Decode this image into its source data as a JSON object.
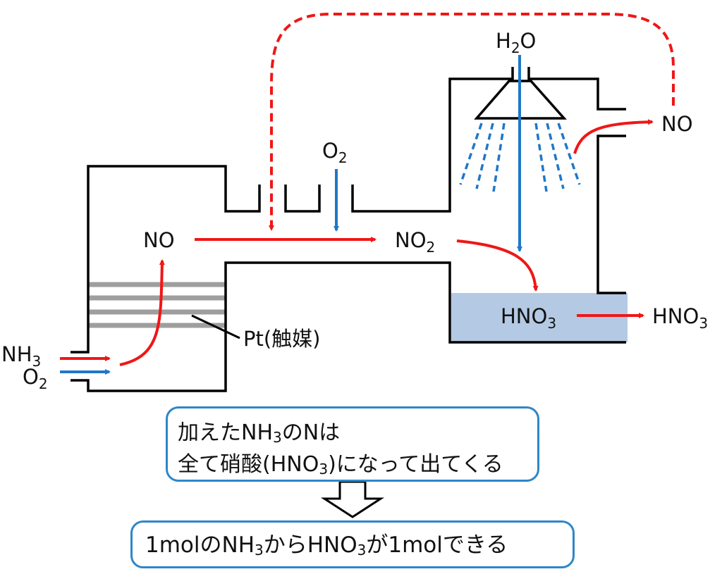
{
  "colors": {
    "red": "#f01616",
    "blue": "#1f78c8",
    "liquid": "#b4c9e3",
    "grey": "#9e9e9e",
    "outline": "#000000",
    "box_border": "#2f86c8"
  },
  "labels": {
    "nh3_in": "NH",
    "nh3_in_sub": "3",
    "o2_in": "O",
    "o2_in_sub": "2",
    "no_left": "NO",
    "o2_top": "O",
    "o2_top_sub": "2",
    "no2": "NO",
    "no2_sub": "2",
    "h2o_h": "H",
    "h2o_sub": "2",
    "h2o_o": "O",
    "no_right": "NO",
    "hno3_tank": "HNO",
    "hno3_tank_sub": "3",
    "hno3_out": "HNO",
    "hno3_out_sub": "3",
    "catalyst": "Pt(触媒)"
  },
  "note1": {
    "l1_a": "加えたNH",
    "l1_sub": "3",
    "l1_b": "のNは",
    "l2_a": "全て硝酸(HNO",
    "l2_sub": "3",
    "l2_b": ")になって出てくる"
  },
  "note2": {
    "a": "1molのNH",
    "sub1": "3",
    "b": "からHNO",
    "sub2": "3",
    "c": "が1molできる"
  },
  "icons": {
    "flow_arrow": "down-arrow-icon",
    "nozzle": "shower-nozzle-icon"
  }
}
